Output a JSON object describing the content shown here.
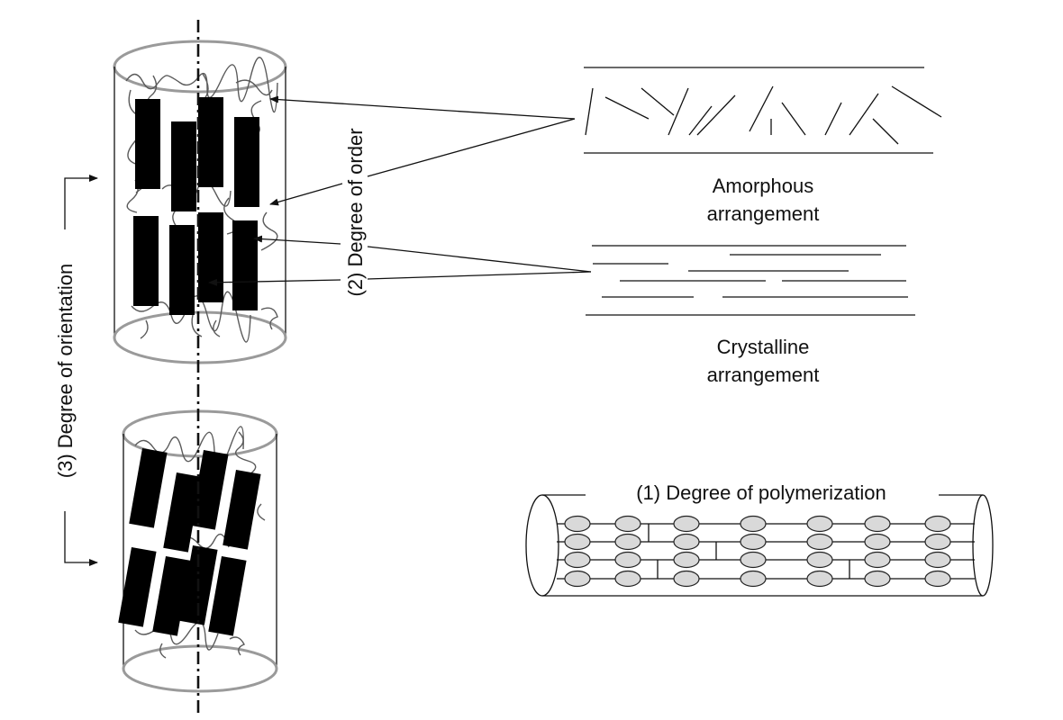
{
  "labels": {
    "amorphous_line1": "Amorphous",
    "amorphous_line2": "arrangement",
    "crystalline_line1": "Crystalline",
    "crystalline_line2": "arrangement",
    "degree_of_order": "(2) Degree of order",
    "degree_of_orientation": "(3) Degree of orientation",
    "degree_of_polymerization": "(1) Degree of polymerization"
  },
  "colors": {
    "line": "#111111",
    "cylinder_outline": "#9a9a9a",
    "chain": "#5a5a5a",
    "monomer_fill": "#d9d9d9"
  }
}
